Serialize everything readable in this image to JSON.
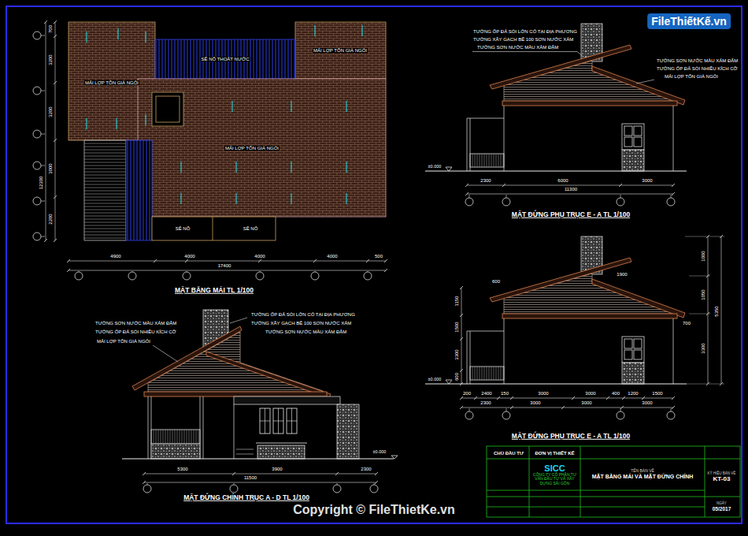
{
  "diagram": {
    "nodes": [
      {
        "text": [
          "CHỦ ĐẦU TƯ"
        ]
      },
      {
        "text": [
          "ĐƠN VỊ THIẾT KẾ"
        ]
      },
      {
        "text": [
          "SICC",
          "CÔNG TY CỔ PHẦN TƯ VẤN ĐẦU TƯ VÀ XÂY DỰNG SÀI GÒN"
        ]
      },
      {
        "text": [
          "TÊN BẢN VẼ",
          "MẶT BẰNG MÁI VÀ MẶT ĐỨNG CHÍNH"
        ]
      },
      {
        "text": [
          "KÝ HIỆU BẢN VẼ",
          "KT-03"
        ]
      },
      {
        "text": [
          "NGÀY",
          "05/2017"
        ]
      }
    ],
    "labels": [
      "MÁI LỢP TÔN GIẢ NGÓI",
      "MÁI LỢP TÔN GIẢ NGÓI",
      "MÁI LỢP TÔN GIẢ NGÓI",
      "SÊ NÔ THOÁT NƯỚC",
      "SÊ NÔ",
      "SÊ NÔ",
      "4900",
      "4000",
      "4000",
      "4000",
      "500",
      "17400",
      "700",
      "3200",
      "3200",
      "3000",
      "2200",
      "12300",
      "MẶT BẰNG MÁI TL 1/100",
      "TƯỜNG ỐP ĐÁ SỎI LỚN CÓ TẠI ĐỊA PHƯƠNG",
      "TƯỜNG XÂY GẠCH BỂ 100 SƠN NƯỚC XÁM",
      "TƯỜNG SƠN NƯỚC MÀU XÁM ĐẬM",
      "TƯỜNG SƠN NƯỚC MÀU XÁM ĐẬM",
      "TƯỜNG ỐP ĐÁ SỎI NHIỀU KÍCH CỠ",
      "MÁI LỢP TÔN GIẢ NGÓI",
      "±0.000",
      "2300",
      "6000",
      "3000",
      "11300",
      "MẶT ĐỨNG PHỤ TRỤC E - A TL 1/100",
      "600",
      "1900",
      "700",
      "1150",
      "1500",
      "3300",
      "600",
      "±0.000",
      "1000",
      "1050",
      "3300",
      "5350",
      "200",
      "2400",
      "150",
      "3000",
      "3000",
      "400",
      "1200",
      "1500",
      "2300",
      "3000",
      "3000",
      "3000",
      "MẶT ĐỨNG PHỤ TRỤC E - A TL 1/100",
      "TƯỜNG SƠN NƯỚC MÀU XÁM ĐẬM",
      "TƯỜNG ỐP ĐÁ SỎI NHIỀU KÍCH CỠ",
      "MÁI LỢP TÔN GIẢ NGÓI",
      "TƯỜNG ỐP ĐÁ SỎI LỚN CÓ TẠI ĐỊA PHƯƠNG",
      "TƯỜNG XÂY GẠCH BỂ 100 SƠN NƯỚC XÁM",
      "TƯỜNG SƠN NƯỚC MÀU XÁM ĐẬM",
      "±0.000",
      "5300",
      "3900",
      "2300",
      "11500",
      "MẶT ĐỨNG CHÍNH TRỤC A - D TL 1/100",
      "FileThiếtKế.vn",
      "Copyright © FileThietKe.vn"
    ]
  }
}
